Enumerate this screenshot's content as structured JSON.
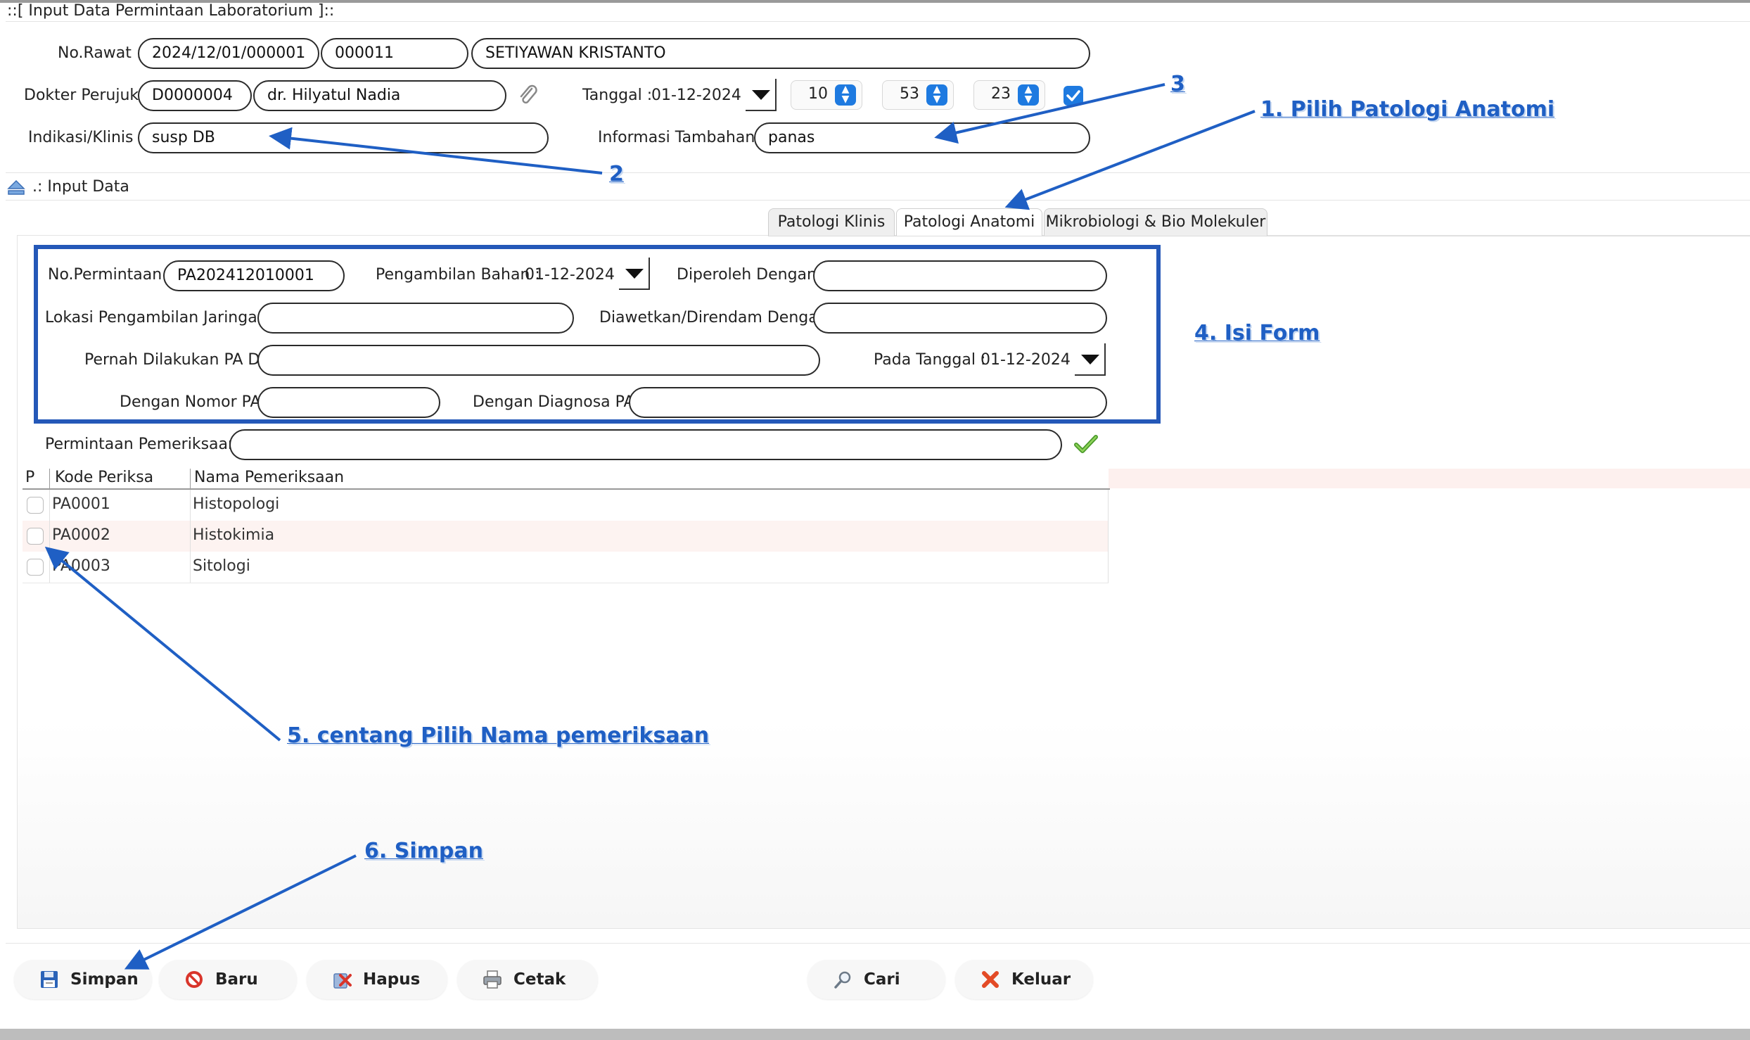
{
  "window": {
    "title": "::[ Input Data Permintaan Laboratorium ]::"
  },
  "header": {
    "no_rawat_label": "No.Rawat :",
    "no_rawat_value": "2024/12/01/000001",
    "no_rm_value": "000011",
    "patient_name": "SETIYAWAN KRISTANTO",
    "dokter_label": "Dokter Perujuk :",
    "dokter_code": "D0000004",
    "dokter_name": "dr. Hilyatul Nadia",
    "tanggal_label": "Tanggal :",
    "tanggal_value": "01-12-2024",
    "hour": "10",
    "minute": "53",
    "second": "23",
    "indikasi_label": "Indikasi/Klinis :",
    "indikasi_value": "susp DB",
    "info_label": "Informasi Tambahan :",
    "info_value": "panas"
  },
  "section": {
    "label": ".: Input Data"
  },
  "tabs": [
    {
      "label": "Patologi Klinis",
      "active": false
    },
    {
      "label": "Patologi Anatomi",
      "active": true
    },
    {
      "label": "Mikrobiologi & Bio Molekuler",
      "active": false
    }
  ],
  "form": {
    "no_permintaan_label": "No.Permintaan :",
    "no_permintaan_value": "PA202412010001",
    "pengambilan_label": "Pengambilan Bahan :",
    "pengambilan_value": "01-12-2024",
    "diperoleh_label": "Diperoleh Dengan :",
    "lokasi_label": "Lokasi Pengambilan Jaringan :",
    "diawetkan_label": "Diawetkan/Direndam Dengan :",
    "pernah_label": "Pernah Dilakukan PA Di :",
    "pada_tanggal_label": "Pada Tanggal :",
    "pada_tanggal_value": "01-12-2024",
    "nomor_pa_label": "Dengan Nomor PA :",
    "diagnosa_pa_label": "Dengan Diagnosa PA :",
    "permintaan_label": "Permintaan Pemeriksaan :"
  },
  "table": {
    "headers": [
      "P",
      "Kode Periksa",
      "Nama Pemeriksaan"
    ],
    "rows": [
      {
        "kode": "PA0001",
        "nama": "Histopologi",
        "checked": false
      },
      {
        "kode": "PA0002",
        "nama": "Histokimia",
        "checked": false
      },
      {
        "kode": "PA0003",
        "nama": "Sitologi",
        "checked": false
      }
    ]
  },
  "buttons": {
    "simpan": "Simpan",
    "baru": "Baru",
    "hapus": "Hapus",
    "cetak": "Cetak",
    "cari": "Cari",
    "keluar": "Keluar"
  },
  "annotations": {
    "step1": "1. Pilih Patologi Anatomi",
    "step2": "2",
    "step3": "3",
    "step4": "4. Isi Form",
    "step5": "5. centang Pilih Nama pemeriksaan",
    "step6": "6. Simpan"
  },
  "colors": {
    "accent": "#1e7ae0",
    "annotation": "#1f5fc4",
    "frame_border": "#2458b8"
  }
}
